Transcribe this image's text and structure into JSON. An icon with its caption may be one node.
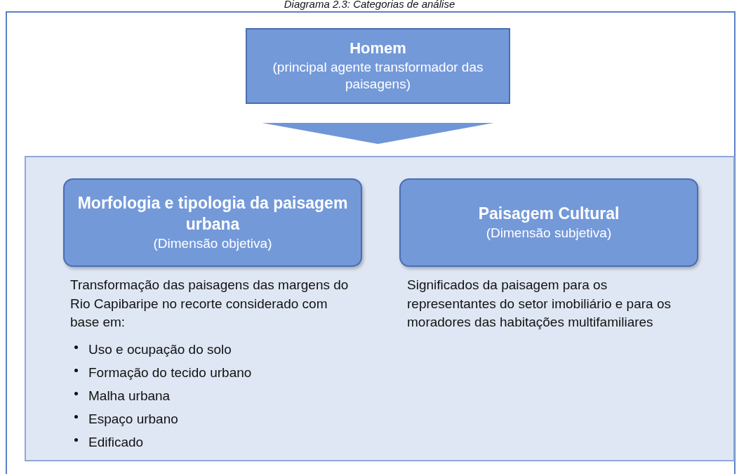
{
  "diagram": {
    "title": "Diagrama 2.3: Categorias de análise",
    "nodes": [
      {
        "text": [
          "Homem",
          "(principal agente transformador das paisagens)"
        ]
      },
      {
        "text": [],
        "shape": "box"
      },
      {
        "text": [
          "Morfologia e tipologia da paisagem urbana",
          "(Dimensão objetiva)"
        ],
        "in": 1
      },
      {
        "text": [
          "Paisagem Cultural",
          "(Dimensão subjetiva)"
        ],
        "in": 1
      }
    ],
    "edges": [
      {
        "from": 0,
        "to": 1,
        "arrow": "to"
      }
    ],
    "labels": [
      "Transformação das paisagens das margens do Rio Capibaripe no recorte considerado com base em:",
      "Uso e ocupação do solo",
      "Formação do tecido urbano",
      "Malha urbana",
      "Espaço urbano",
      "Edificado",
      "Significados da paisagem para os representantes do setor imobiliário e para os moradores das habitações multifamiliares"
    ]
  }
}
